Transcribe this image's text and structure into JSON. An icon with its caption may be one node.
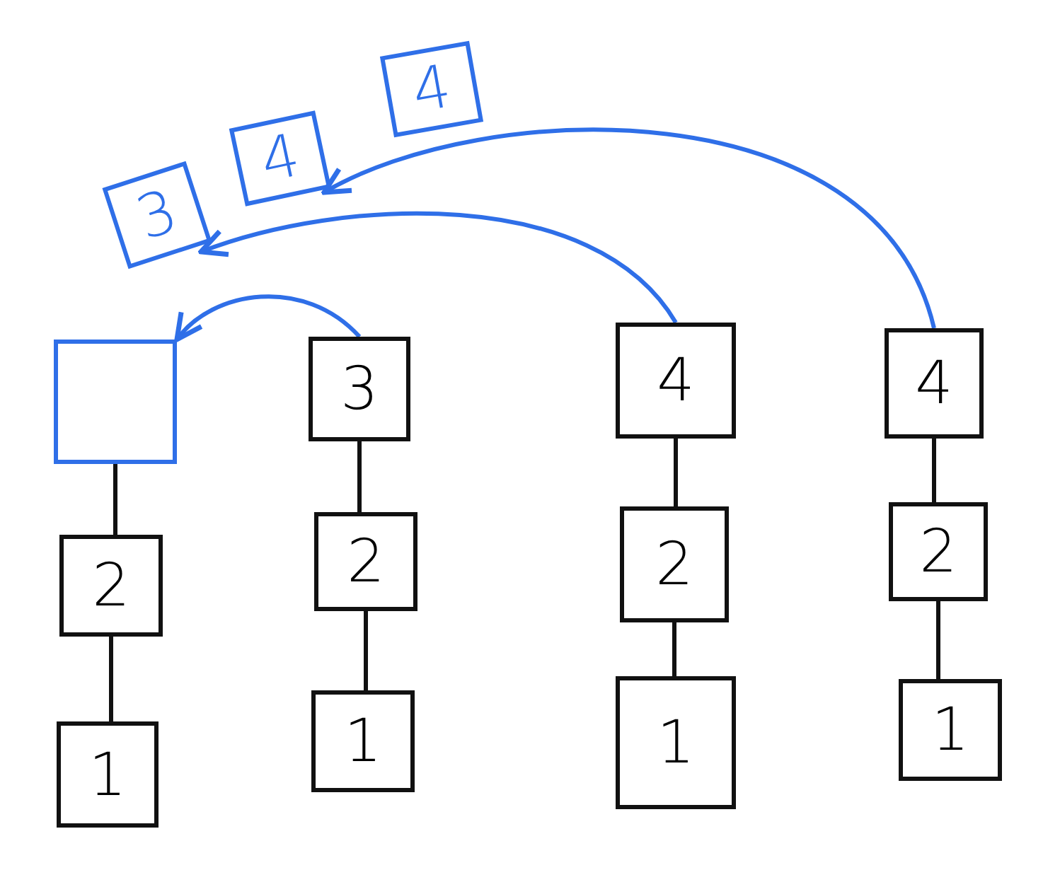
{
  "diagram": {
    "nodes": [
      {
        "text": [],
        "shape": "box"
      },
      {
        "text": [
          "2"
        ]
      },
      {
        "text": [
          "1"
        ]
      },
      {
        "text": [
          "3"
        ]
      },
      {
        "text": [
          "2"
        ]
      },
      {
        "text": [
          "1"
        ]
      },
      {
        "text": [
          "4"
        ]
      },
      {
        "text": [
          "2"
        ]
      },
      {
        "text": [
          "1"
        ]
      },
      {
        "text": [
          "4"
        ]
      },
      {
        "text": [
          "2"
        ]
      },
      {
        "text": [
          "1"
        ]
      },
      {
        "text": [
          "3"
        ]
      },
      {
        "text": [
          "4"
        ]
      },
      {
        "text": [
          "4"
        ]
      }
    ],
    "edges": [
      {
        "from": 0,
        "to": 1,
        "arrow": "none"
      },
      {
        "from": 1,
        "to": 2,
        "arrow": "none"
      },
      {
        "from": 3,
        "to": 4,
        "arrow": "none"
      },
      {
        "from": 4,
        "to": 5,
        "arrow": "none"
      },
      {
        "from": 6,
        "to": 7,
        "arrow": "none"
      },
      {
        "from": 7,
        "to": 8,
        "arrow": "none"
      },
      {
        "from": 9,
        "to": 10,
        "arrow": "none"
      },
      {
        "from": 10,
        "to": 11,
        "arrow": "none"
      },
      {
        "from": 3,
        "to": 0,
        "arrow": "to",
        "color": "#2f6fe8"
      },
      {
        "from": 6,
        "to": 12,
        "arrow": "to",
        "color": "#2f6fe8"
      },
      {
        "from": 9,
        "to": 13,
        "arrow": "to",
        "color": "#2f6fe8"
      }
    ]
  }
}
